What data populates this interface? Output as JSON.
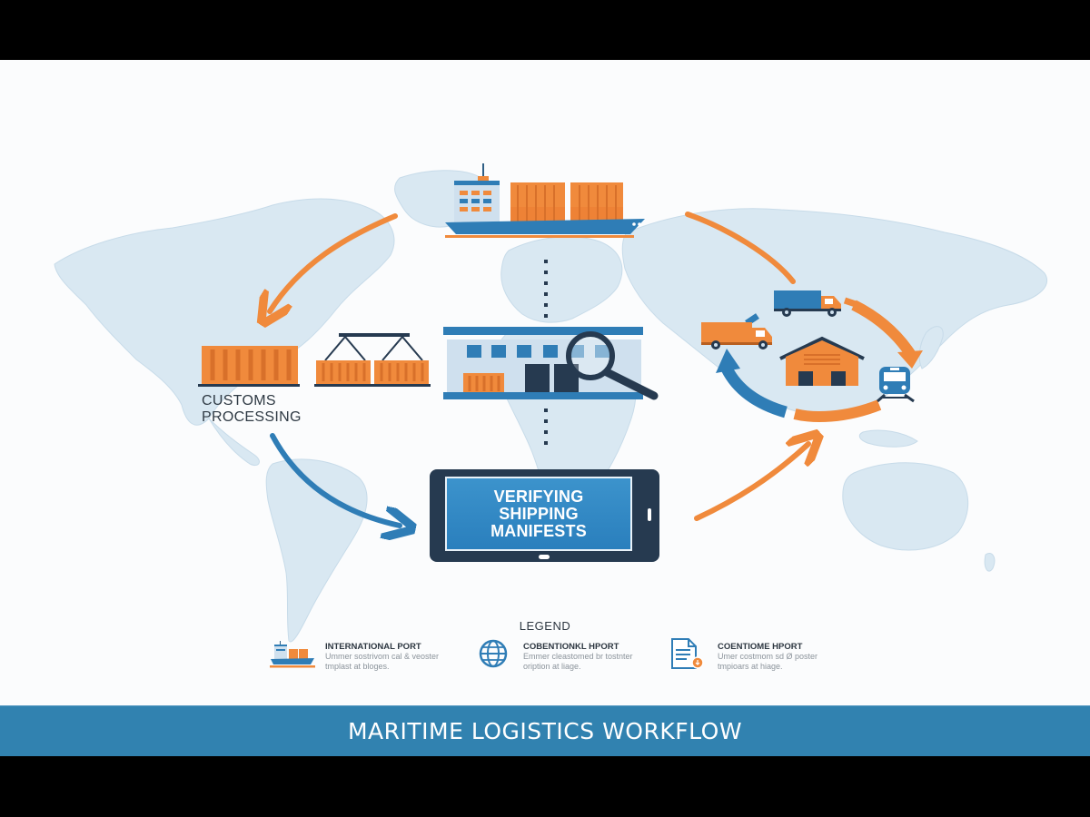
{
  "diagram": {
    "title": "MARITIME LOGISTICS WORKFLOW",
    "colors": {
      "background": "#fbfcfd",
      "map_land": "#d9e8f2",
      "accent_orange": "#f08a3c",
      "accent_blue": "#2f7db6",
      "dark_navy": "#263a50",
      "banner": "#3182b0"
    },
    "nodes": {
      "ship": {
        "label": "",
        "icon": "container-ship-icon"
      },
      "customs": {
        "label_line1": "CUSTOMS",
        "label_line2": "PROCESSING",
        "icon": "containers-crane-icon"
      },
      "warehouse_inspection": {
        "label": "",
        "icon": "warehouse-magnifier-icon"
      },
      "manifest_tablet": {
        "label_line1": "VERIFYING",
        "label_line2": "SHIPPING",
        "label_line3": "MANIFESTS",
        "icon": "tablet-icon"
      },
      "distribution": {
        "label": "",
        "icons": [
          "blue-truck-icon",
          "orange-truck-icon",
          "warehouse-icon",
          "train-icon"
        ]
      }
    },
    "flows": [
      {
        "from": "ship",
        "to": "customs",
        "color": "orange"
      },
      {
        "from": "customs",
        "to": "manifest_tablet",
        "color": "blue"
      },
      {
        "from": "manifest_tablet",
        "to": "distribution",
        "color": "orange"
      },
      {
        "from": "ship",
        "to": "distribution",
        "color": "orange"
      },
      {
        "from": "ship",
        "to": "manifest_tablet",
        "style": "dashed",
        "color": "navy"
      }
    ]
  },
  "legend": {
    "title": "LEGEND",
    "items": [
      {
        "name": "INTERNATIONAL PORT",
        "desc_line1": "Ummer sostrivom cal & veoster",
        "desc_line2": "tmplast at bloges.",
        "icon": "ship-icon"
      },
      {
        "name": "COBENTIONKL HPORT",
        "desc_line1": "Emmer cleastomed br tostnter",
        "desc_line2": "oription at liage.",
        "icon": "globe-icon"
      },
      {
        "name": "COENTIOME HPORT",
        "desc_line1": "Umer costmom sd Ø poster",
        "desc_line2": "tmpioars at hiage.",
        "icon": "document-icon"
      }
    ]
  }
}
